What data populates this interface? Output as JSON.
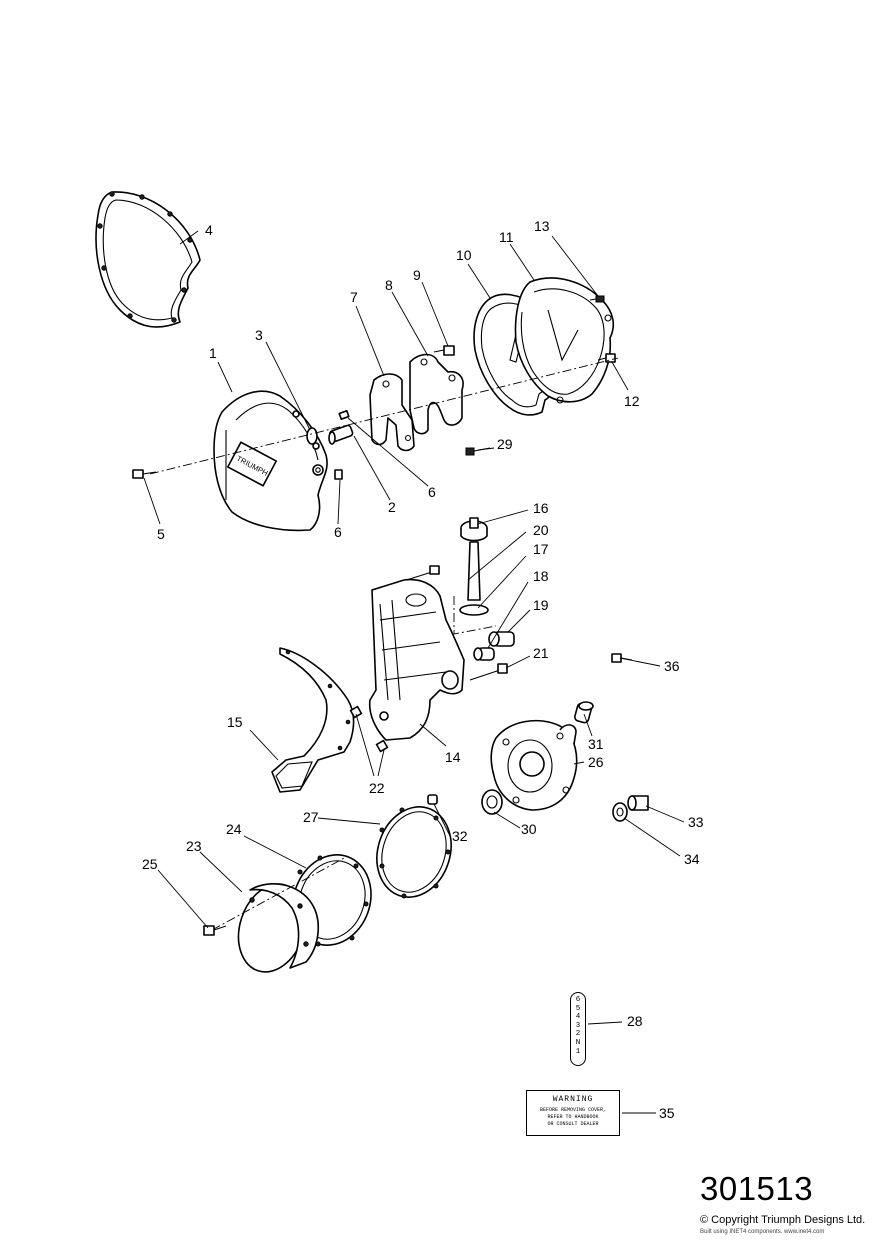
{
  "diagram": {
    "reference_number": "301513",
    "copyright": "© Copyright Triumph Designs Ltd.",
    "built_note": "Built using INET4 components. www.inet4.com",
    "cover_badge": "TRIUMPH",
    "callouts": [
      "1",
      "2",
      "3",
      "4",
      "5",
      "6",
      "6",
      "7",
      "8",
      "9",
      "10",
      "11",
      "12",
      "13",
      "14",
      "15",
      "16",
      "17",
      "18",
      "19",
      "20",
      "21",
      "22",
      "23",
      "24",
      "25",
      "26",
      "27",
      "28",
      "29",
      "30",
      "31",
      "32",
      "33",
      "34",
      "35",
      "36"
    ],
    "gear_indicator_label": [
      "6",
      "5",
      "4",
      "3",
      "2",
      "N",
      "1"
    ],
    "warning_label": {
      "title": "WARNING",
      "text": "BEFORE REMOVING COVER,\nREFER TO HANDBOOK\nOR CONSULT DEALER"
    }
  }
}
